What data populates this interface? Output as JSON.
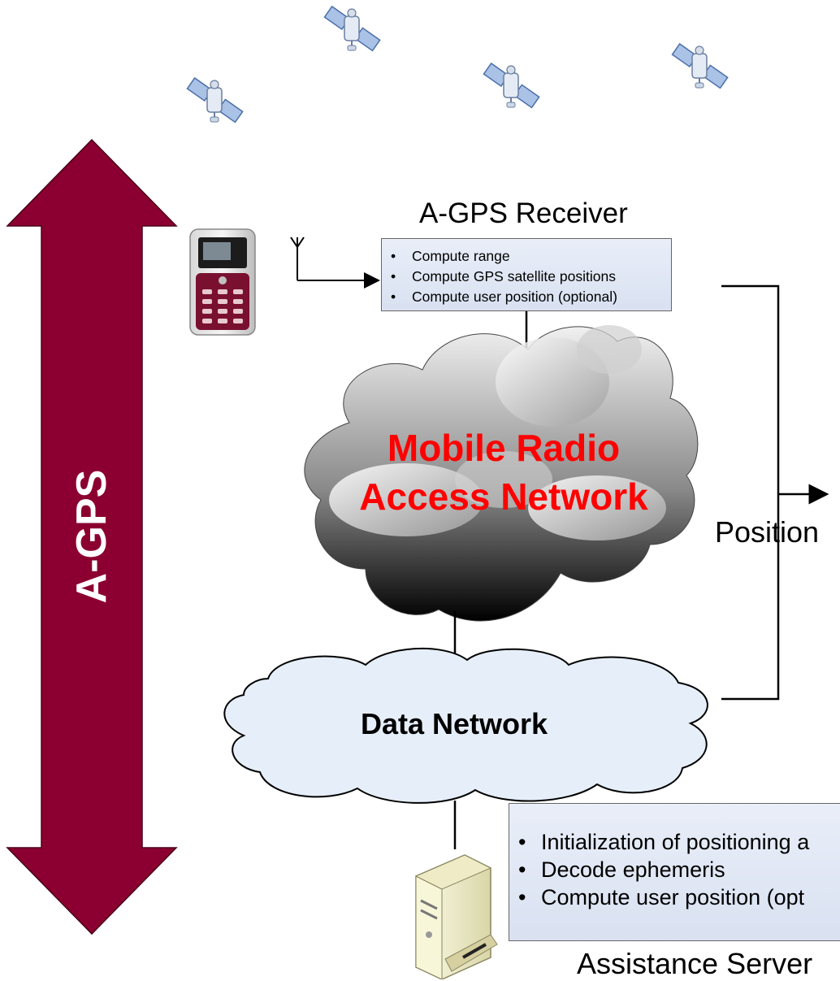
{
  "diagram": {
    "side_arrow_label": "A-GPS",
    "receiver": {
      "title": "A-GPS Receiver",
      "bullets": [
        "Compute range",
        "Compute GPS satellite positions",
        "Compute user position (optional)"
      ]
    },
    "radio_network": {
      "line1": "Mobile Radio",
      "line2": "Access Network"
    },
    "data_network": {
      "label": "Data Network"
    },
    "position_label": "Position",
    "server": {
      "title": "Assistance Server",
      "bullets": [
        "Initialization of positioning a",
        "Decode ephemeris",
        "Compute user position (opt"
      ]
    },
    "colors": {
      "arrow": "#8b0030",
      "network_text": "#ff0000",
      "box_fill": "#dfe6f4",
      "cloud_fill": "#e6eef9"
    },
    "icons": [
      "satellite-icon",
      "mobile-phone-icon",
      "antenna-icon",
      "server-icon"
    ]
  }
}
